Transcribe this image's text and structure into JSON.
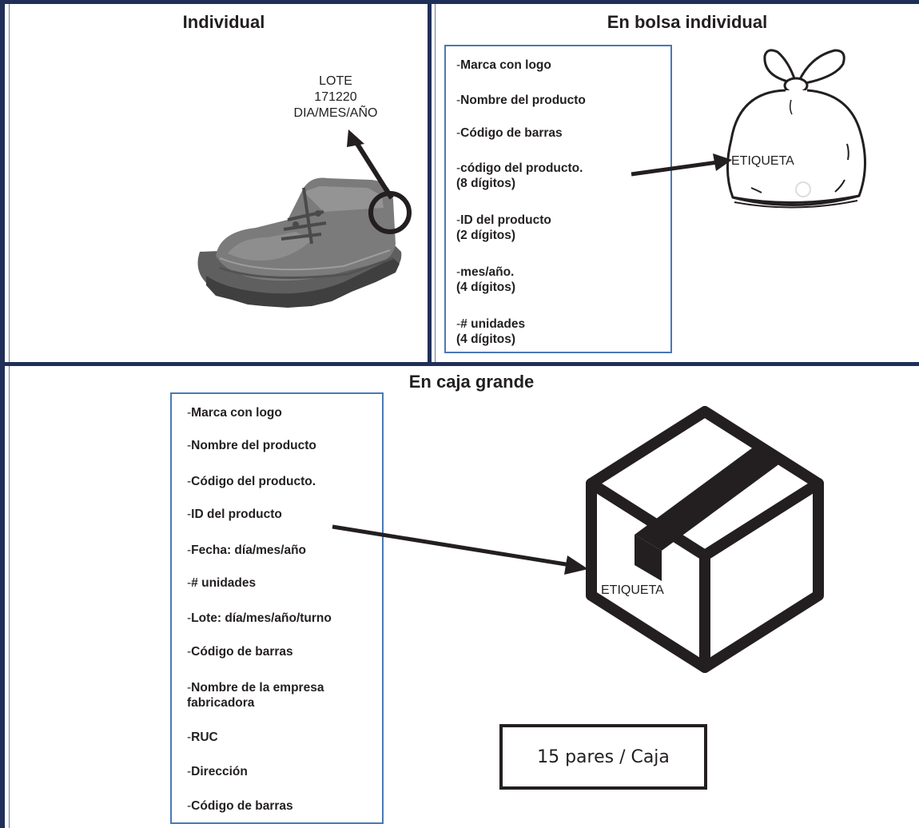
{
  "panels": {
    "individual": {
      "title": "Individual",
      "lot_label": "LOTE",
      "lot_number": "171220",
      "lot_format": "DIA/MES/AÑO"
    },
    "bag": {
      "title": "En bolsa individual",
      "items": [
        {
          "dash": "-",
          "text": "Marca con logo"
        },
        {
          "dash": "-",
          "text": "Nombre del producto"
        },
        {
          "dash": "-",
          "text": "Código de barras"
        },
        {
          "dash": "-",
          "text": "código del producto.",
          "text2": "(8 dígitos)"
        },
        {
          "dash": "-",
          "text": "ID del producto",
          "text2": "(2 dígitos)"
        },
        {
          "dash": "-",
          "text": "mes/año.",
          "text2": "(4 dígitos)"
        },
        {
          "dash": "-",
          "text": "# unidades",
          "text2": "(4 dígitos)"
        }
      ],
      "label": "ETIQUETA"
    },
    "box": {
      "title": "En caja grande",
      "items": [
        {
          "dash": "-",
          "text": "Marca con logo"
        },
        {
          "dash": "-",
          "text": "Nombre del producto"
        },
        {
          "dash": "-",
          "text": "Código del producto."
        },
        {
          "dash": "-",
          "text": "ID del producto"
        },
        {
          "dash": "-",
          "text": "Fecha: día/mes/año"
        },
        {
          "dash": "-",
          "text": "# unidades"
        },
        {
          "dash": "-",
          "text": "Lote: día/mes/año/turno"
        },
        {
          "dash": "-",
          "text": "Código de barras"
        },
        {
          "dash": "-",
          "text": "Nombre de la empresa",
          "text2": "fabricadora"
        },
        {
          "dash": "-",
          "text": "RUC"
        },
        {
          "dash": "-",
          "text": "Dirección"
        },
        {
          "dash": "-",
          "text": "Código de barras"
        }
      ],
      "label": "ETIQUETA",
      "quantity": "15 pares / Caja"
    }
  },
  "colors": {
    "frame": "#1f2f57",
    "list_border": "#4a78b5",
    "shoe": "#7b7b7b",
    "ink": "#231f20"
  },
  "icons": {
    "shoe": "work-boot-icon",
    "bag": "trash-bag-icon",
    "box": "cardboard-box-icon"
  }
}
